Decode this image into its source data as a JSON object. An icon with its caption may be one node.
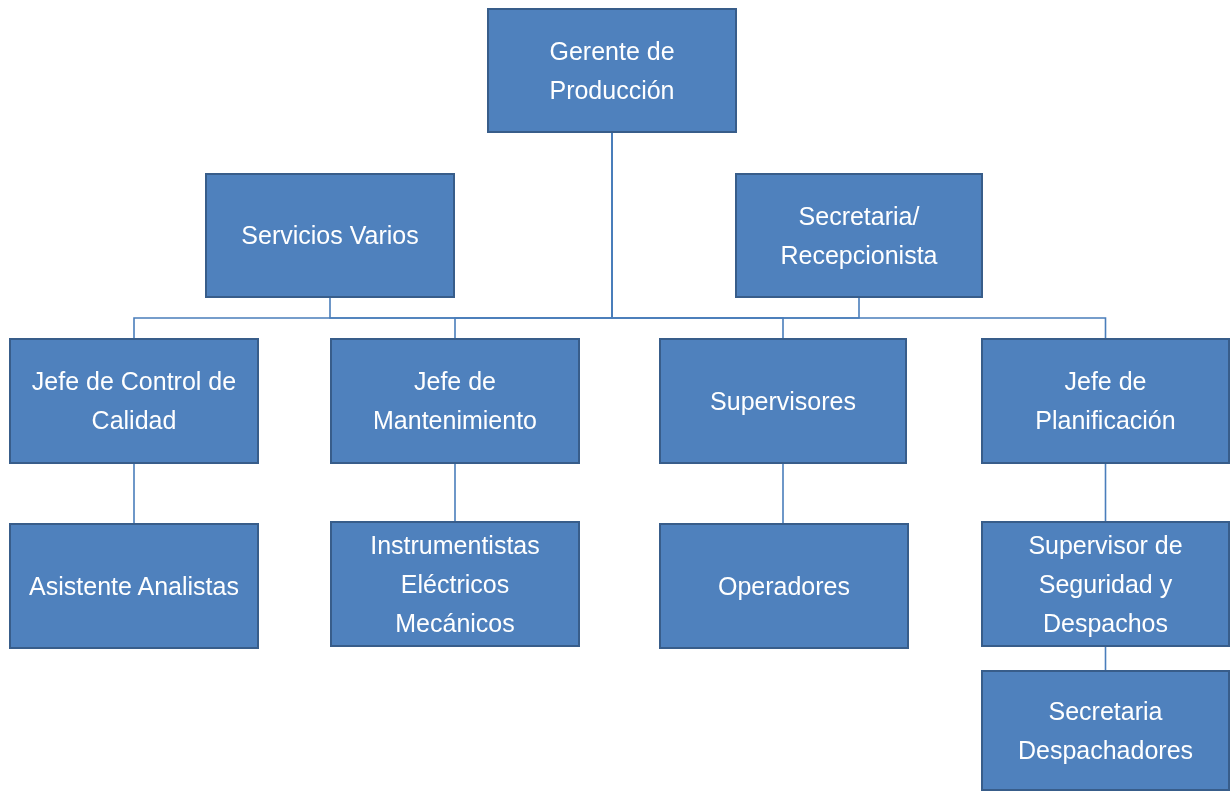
{
  "diagram": {
    "nodes": [
      {
        "text": [
          "Gerente de Producción"
        ]
      },
      {
        "text": [
          "Servicios Varios"
        ]
      },
      {
        "text": [
          "Secretaria/ Recepcionista"
        ]
      },
      {
        "text": [
          "Jefe de Control de Calidad"
        ]
      },
      {
        "text": [
          "Jefe de Mantenimiento"
        ]
      },
      {
        "text": [
          "Supervisores"
        ]
      },
      {
        "text": [
          "Jefe de Planificación"
        ]
      },
      {
        "text": [
          "Asistente Analistas"
        ]
      },
      {
        "text": [
          "Instrumentistas Eléctricos Mecánicos"
        ]
      },
      {
        "text": [
          "Operadores"
        ]
      },
      {
        "text": [
          "Supervisor de Seguridad y Despachos"
        ]
      },
      {
        "text": [
          "Secretaria Despachadores"
        ]
      }
    ],
    "edges": [
      {
        "from": 0,
        "to": 1,
        "arrow": "none"
      },
      {
        "from": 0,
        "to": 2,
        "arrow": "none"
      },
      {
        "from": 0,
        "to": 3,
        "arrow": "none"
      },
      {
        "from": 0,
        "to": 4,
        "arrow": "none"
      },
      {
        "from": 0,
        "to": 5,
        "arrow": "none"
      },
      {
        "from": 0,
        "to": 6,
        "arrow": "none"
      },
      {
        "from": 3,
        "to": 7,
        "arrow": "none"
      },
      {
        "from": 4,
        "to": 8,
        "arrow": "none"
      },
      {
        "from": 5,
        "to": 9,
        "arrow": "none"
      },
      {
        "from": 6,
        "to": 10,
        "arrow": "none"
      },
      {
        "from": 10,
        "to": 11,
        "arrow": "none"
      }
    ]
  }
}
